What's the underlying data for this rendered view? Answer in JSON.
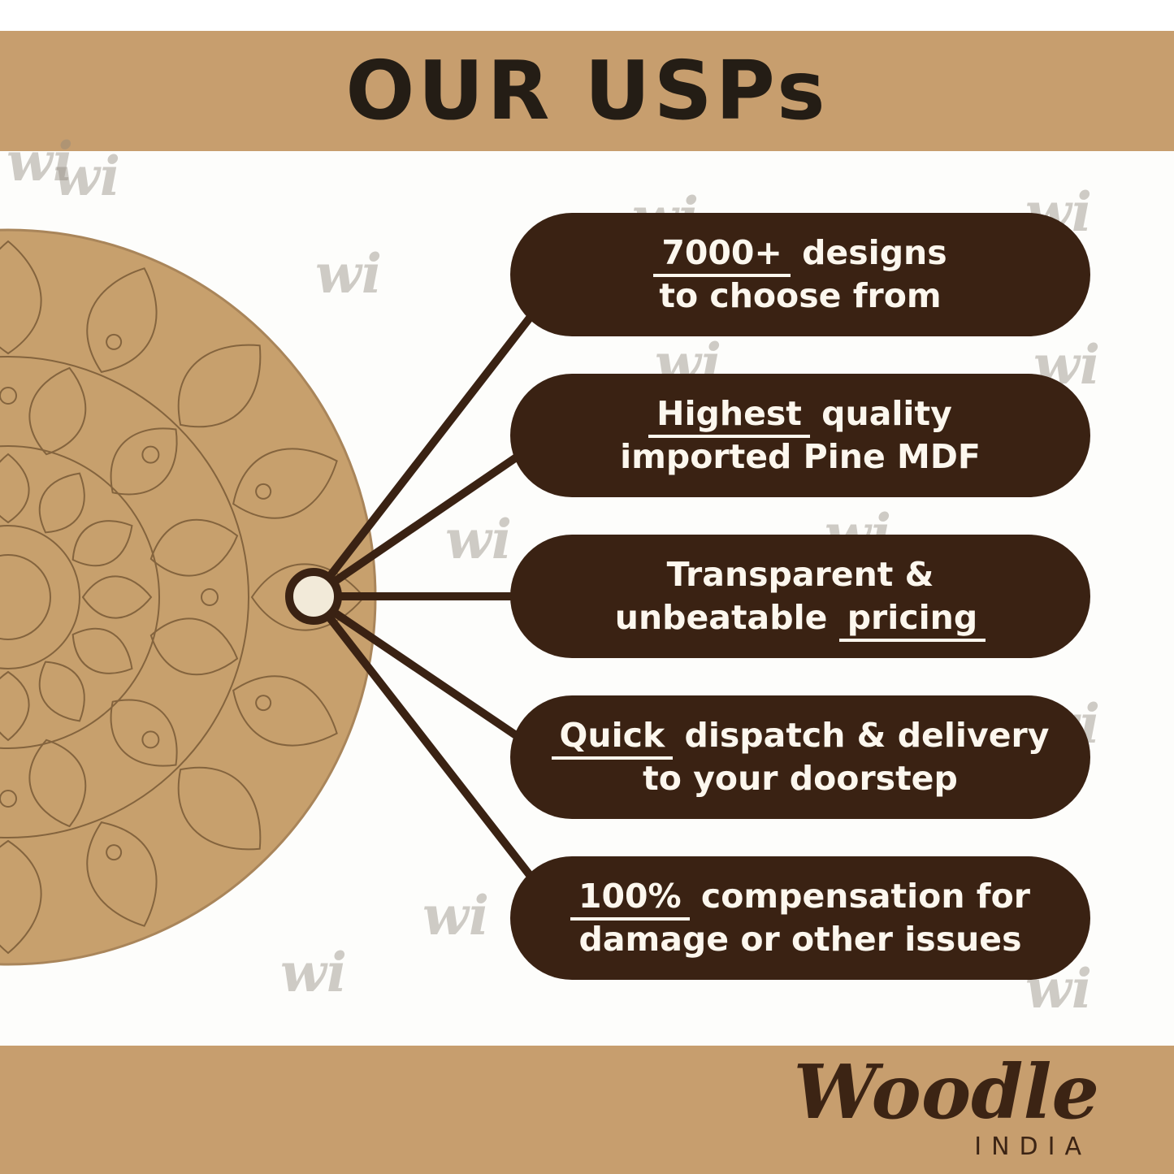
{
  "header": {
    "title": "OUR USPs"
  },
  "watermark": {
    "text": "wi"
  },
  "pills": [
    {
      "lines": [
        [
          {
            "t": "7000+",
            "u": true
          },
          {
            "t": " designs",
            "u": false
          }
        ],
        [
          {
            "t": "to choose from",
            "u": false
          }
        ]
      ]
    },
    {
      "lines": [
        [
          {
            "t": "Highest",
            "u": true
          },
          {
            "t": " quality",
            "u": false
          }
        ],
        [
          {
            "t": "imported Pine MDF",
            "u": false
          }
        ]
      ]
    },
    {
      "lines": [
        [
          {
            "t": "Transparent &",
            "u": false
          }
        ],
        [
          {
            "t": "unbeatable ",
            "u": false
          },
          {
            "t": "pricing",
            "u": true
          }
        ]
      ]
    },
    {
      "lines": [
        [
          {
            "t": "Quick",
            "u": true
          },
          {
            "t": " dispatch & delivery",
            "u": false
          }
        ],
        [
          {
            "t": "to your doorstep",
            "u": false
          }
        ]
      ]
    },
    {
      "lines": [
        [
          {
            "t": "100%",
            "u": true
          },
          {
            "t": " compensation for",
            "u": false
          }
        ],
        [
          {
            "t": "damage or other issues",
            "u": false
          }
        ]
      ]
    }
  ],
  "footer": {
    "brand": "Woodle",
    "country": "INDIA"
  },
  "colors": {
    "banner": "#c79e6e",
    "pill_background": "#3a2213",
    "pill_text": "#fcf7ee",
    "board": "#c7a06d",
    "heading_text": "#241d15"
  }
}
